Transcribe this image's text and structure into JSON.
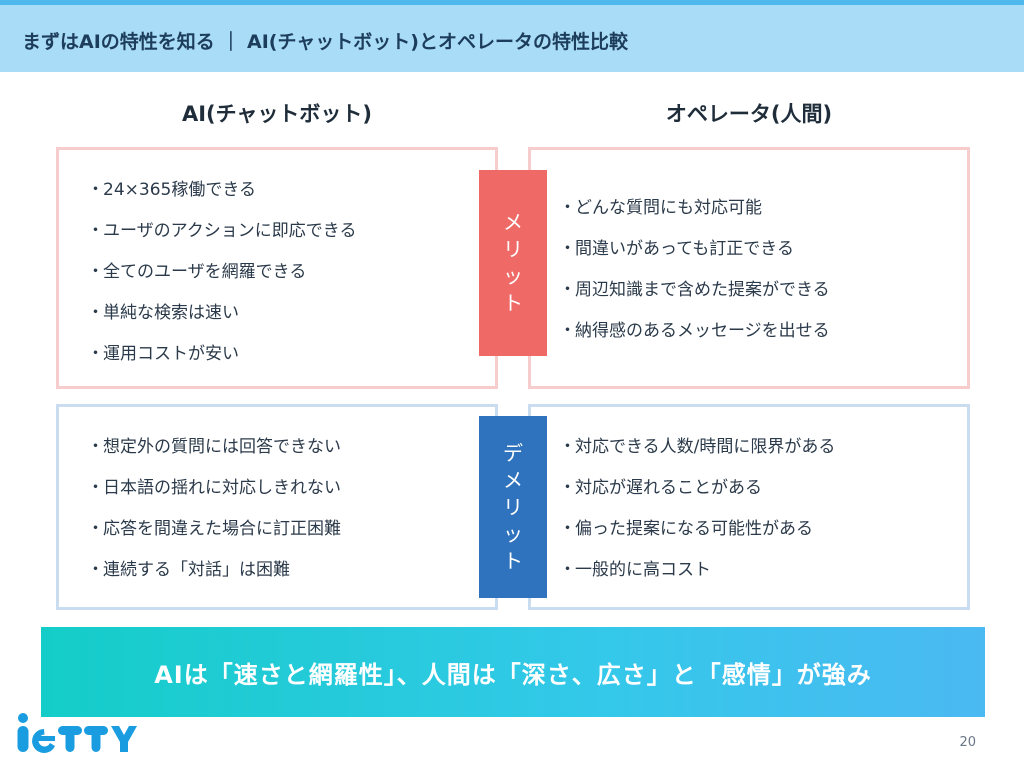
{
  "header": {
    "title": "まずはAIの特性を知る ｜ AI(チャットボット)とオペレータの特性比較"
  },
  "columns": {
    "left": "AI(チャットボット)",
    "right": "オペレータ(人間)"
  },
  "tags": {
    "merit": [
      "メ",
      "リ",
      "ッ",
      "ト"
    ],
    "demerit": [
      "デ",
      "メ",
      "リ",
      "ッ",
      "ト"
    ]
  },
  "bullet": "・",
  "merit": {
    "ai": [
      "24×365稼働できる",
      "ユーザのアクションに即応できる",
      "全てのユーザを網羅できる",
      "単純な検索は速い",
      "運用コストが安い"
    ],
    "operator": [
      "どんな質問にも対応可能",
      "間違いがあっても訂正できる",
      "周辺知識まで含めた提案ができる",
      "納得感のあるメッセージを出せる"
    ]
  },
  "demerit": {
    "ai": [
      "想定外の質問には回答できない",
      "日本語の揺れに対応しきれない",
      "応答を間違えた場合に訂正困難",
      "連続する「対話」は困難"
    ],
    "operator": [
      "対応できる人数/時間に限界がある",
      "対応が遅れることがある",
      "偏った提案になる可能性がある",
      "一般的に高コスト"
    ]
  },
  "banner": "AIは「速さと網羅性」、人間は「深さ、広さ」と「感情」が強み",
  "logo": {
    "text": "ieTTY",
    "color": "#1a9de0"
  },
  "page_number": "20"
}
